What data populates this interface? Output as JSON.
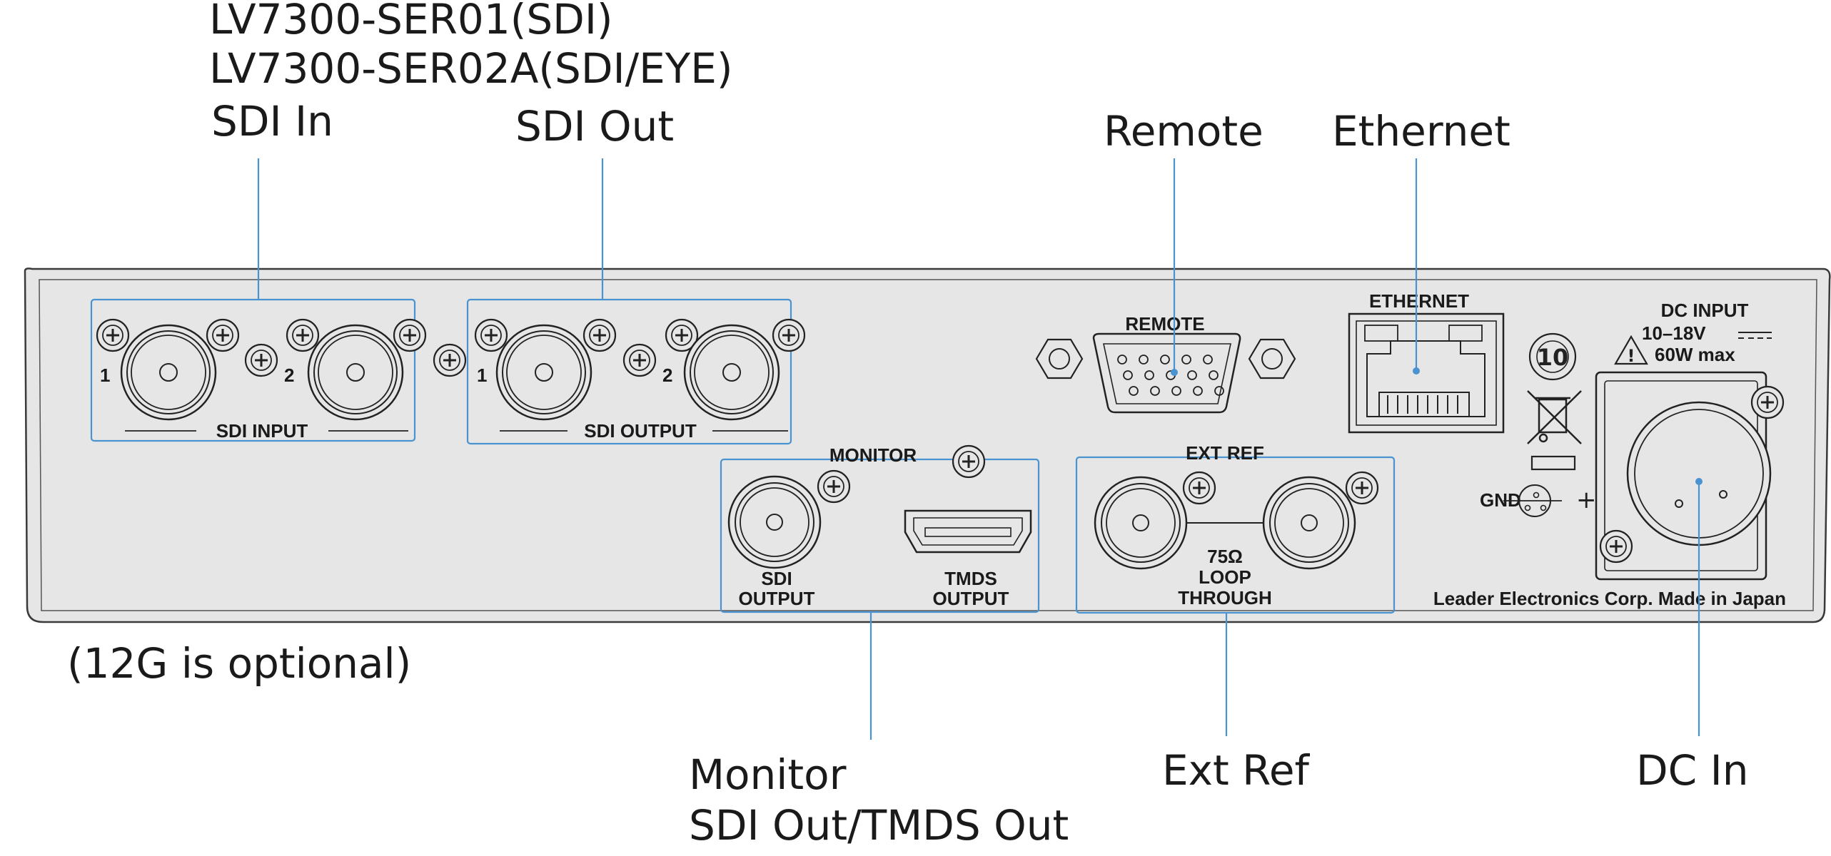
{
  "callouts": {
    "sdi_in_model1": "LV7300-SER01(SDI)",
    "sdi_in_model2": "LV7300-SER02A(SDI/EYE)",
    "sdi_in": "SDI In",
    "sdi_in_note": "(12G is optional)",
    "sdi_out": "SDI Out",
    "remote": "Remote",
    "ethernet": "Ethernet",
    "monitor_line1": "Monitor",
    "monitor_line2": "SDI Out/TMDS Out",
    "ext_ref": "Ext Ref",
    "dc_in": "DC In"
  },
  "panel": {
    "sdi_input": "SDI  INPUT",
    "sdi_output": "SDI  OUTPUT",
    "port_1": "1",
    "port_2": "2",
    "remote": "REMOTE",
    "ethernet": "ETHERNET",
    "dc_input": "DC  INPUT",
    "voltage": "10–18V",
    "power": "60W  max",
    "monitor": "MONITOR",
    "sdi_out_1": "SDI",
    "sdi_out_2": "OUTPUT",
    "tmds_1": "TMDS",
    "tmds_2": "OUTPUT",
    "ext_ref": "EXT  REF",
    "impedance": "75Ω",
    "loop_1": "LOOP",
    "loop_2": "THROUGH",
    "gnd": "GND",
    "plus": "+",
    "warning": "!",
    "badge": "10",
    "maker": "Leader  Electronics  Corp.  Made  in  Japan"
  },
  "colors": {
    "panel_fill": "#e6e6e6",
    "panel_stroke": "#3a3a3a",
    "leader_line": "#4a93d0",
    "text": "#1a1a1a"
  },
  "icons": [
    "bnc-connector",
    "screw",
    "db15-remote-connector",
    "rj45-ethernet-port",
    "hdmi-tmds-port",
    "xlr-dc-connector",
    "weee-bin-icon",
    "warning-triangle-icon",
    "gnd-terminal"
  ]
}
